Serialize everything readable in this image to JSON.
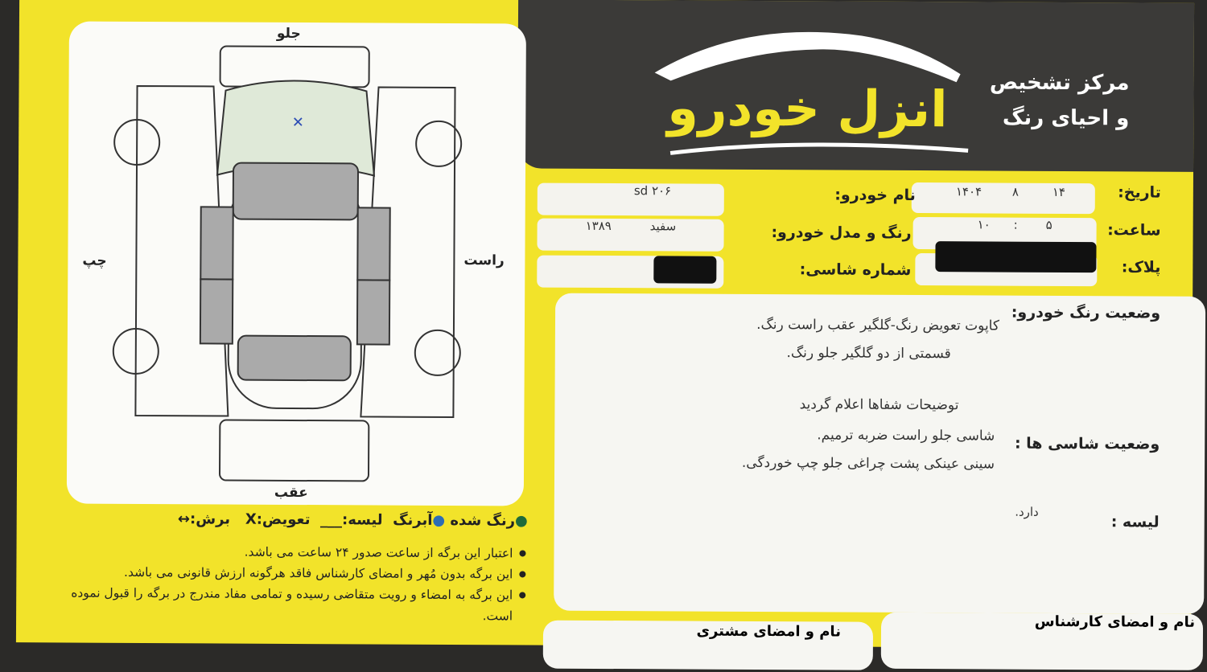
{
  "brand": {
    "logo_text": "انزل خودرو",
    "title_line1": "مرکز تشخیص",
    "title_line2": "و احیای رنگ"
  },
  "diagram": {
    "front": "جلو",
    "rear": "عقب",
    "left": "چپ",
    "right": "راست"
  },
  "fields": {
    "date_label": "تاریخ:",
    "date_day": "۱۴",
    "date_month": "۸",
    "date_year": "۱۴۰۴",
    "time_label": "ساعت:",
    "time_hour": "۱۰",
    "time_sep": ":",
    "time_minute": "۵",
    "plate_label": "پلاک:",
    "car_name_label": "نام خودرو:",
    "car_name_value": "sd ۲۰۶",
    "color_model_label": "رنگ و مدل خودرو:",
    "color_value": "سفید",
    "model_value": "۱۳۸۹",
    "chassis_number_label": "شماره شاسی:"
  },
  "paint_status": {
    "label": "وضعیت رنگ خودرو:",
    "lines": [
      "کاپوت تعویض رنگ-گلگیر عقب راست رنگ.",
      "قسمتی از دو گلگیر جلو رنگ."
    ],
    "note": "توضیحات شفاها اعلام گردید"
  },
  "chassis_status": {
    "label": "وضعیت شاسی ها :",
    "lines": [
      "شاسی جلو راست ضربه ترمیم.",
      "سینی عینکی پشت چراغی جلو چپ خوردگی."
    ]
  },
  "lise": {
    "label": "لیسه :",
    "value": "دارد."
  },
  "legend": {
    "painted": "رنگ شده",
    "abrang": "آبرنگ",
    "lise": "لیسه:",
    "replaced": "تعویض:",
    "replaced_symbol": "X",
    "cut": "برش:",
    "cut_symbol": "↔",
    "painted_color": "#1f6b3a",
    "abrang_color": "#2d6db5"
  },
  "notes": [
    "اعتبار این برگه از ساعت صدور ۲۴ ساعت می باشد.",
    "این برگه بدون مُهر و امضای کارشناس فاقد هرگونه ارزش قانونی می باشد.",
    "این برگه به امضاء و رویت متقاضی رسیده و تمامی مفاد مندرج در برگه را قبول نموده است."
  ],
  "signatures": {
    "customer": "نام و امضای مشتری",
    "expert": "نام و امضای کارشناس"
  }
}
